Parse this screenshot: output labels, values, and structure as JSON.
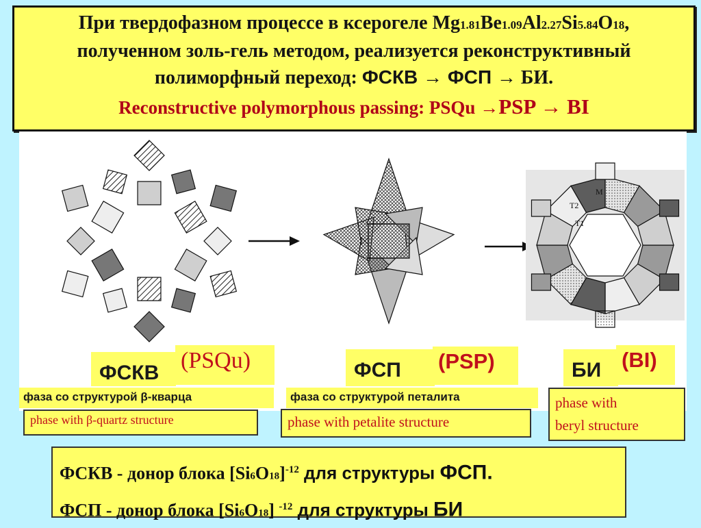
{
  "title": {
    "line1_prefix": "При твердофазном процессе в ксерогеле Mg",
    "mg_sub": "1.81",
    "be": "Be",
    "be_sub": "1.09",
    "al": "Al",
    "al_sub": "2.27",
    "si": "Si",
    "si_sub": "5.84",
    "o": "O",
    "o_sub": "18",
    "line1_suffix": ",",
    "line2": "полученном золь-гель методом, реализуется реконструктивный",
    "line3_prefix": "полиморфный переход: ",
    "line3_seq": "ФСКВ → ФСП →",
    "line3_end": " БИ.",
    "line4_prefix": "Reconstructive polymorphous passing: PSQu →",
    "line4_psp": "PSP",
    "line4_end": " → BI"
  },
  "labels": {
    "fskv": "ФСКВ",
    "psqu": "(PSQu)",
    "fsp": "ФСП",
    "psp": "(PSP)",
    "bi": "БИ",
    "bi_en": "(BI)",
    "fskv_ru": "фаза со структурой β-кварца",
    "fsp_ru": "фаза со структурой петалита",
    "fskv_en": "phase with β-quartz structure",
    "fsp_en": "phase with petalite structure",
    "bi_en_1": "phase with",
    "bi_en_2": "beryl structure"
  },
  "ring_labels": {
    "m": "M",
    "t2": "T2",
    "t1": "T1"
  },
  "bottom": {
    "r1_a": "ФСКВ - донор блока [Si",
    "r1_si": "6",
    "r1_o": "O",
    "r1_osub": "18",
    "r1_b": "]",
    "r1_sup": "-12",
    "r1_c": " для структуры ",
    "r1_d": "ФСП.",
    "r2_a": "ФСП  -  донор блока [Si",
    "r2_si": "6",
    "r2_o": "O",
    "r2_osub": "18",
    "r2_b": "] ",
    "r2_sup": "-12",
    "r2_c": " для структуры ",
    "r2_d": "БИ"
  },
  "colors": {
    "background": "#bff3ff",
    "highlight": "#ffff66",
    "accent_red": "#c0101c"
  }
}
